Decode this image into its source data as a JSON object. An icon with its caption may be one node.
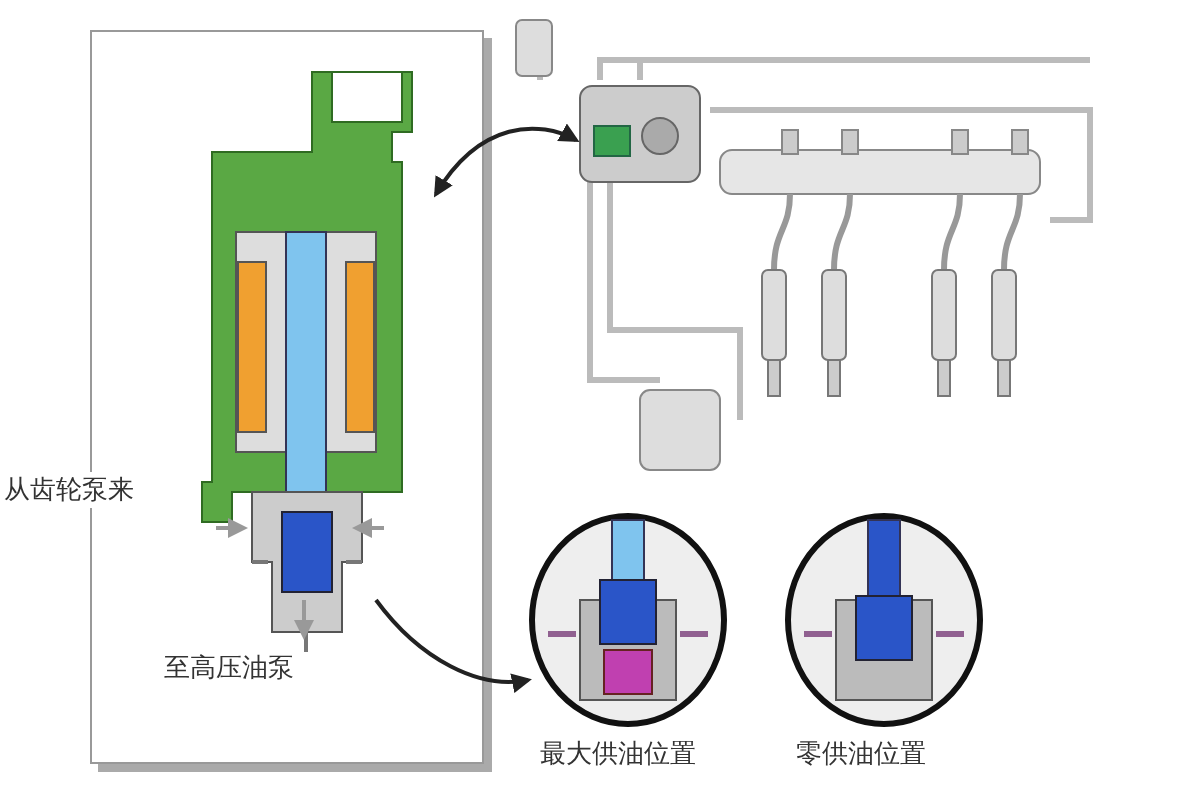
{
  "diagram": {
    "nodes": [
      {
        "text": [],
        "shape": "picture"
      },
      {
        "text": [],
        "shape": "picture"
      },
      {
        "text": [
          "最大供油位置"
        ]
      },
      {
        "text": [
          "零供油位置"
        ]
      }
    ],
    "edges": [
      {
        "from": 0,
        "to": 1,
        "arrow": "both"
      },
      {
        "from": 0,
        "to": 2,
        "arrow": "to"
      }
    ],
    "labels": [
      "从齿轮泵来",
      "至高压油泵"
    ]
  }
}
